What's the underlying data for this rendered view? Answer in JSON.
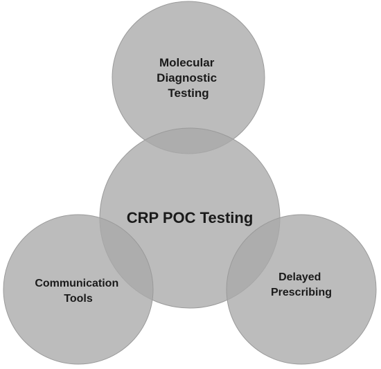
{
  "colors": {
    "circle_fill": "#a9a9a9",
    "circle_stroke": "#9a9a9a",
    "text": "#1a1a1a"
  },
  "circles": {
    "top": {
      "lines": [
        "Molecular",
        "Diagnostic",
        "Testing"
      ]
    },
    "center": {
      "lines": [
        "CRP POC Testing"
      ]
    },
    "left": {
      "lines": [
        "Communication",
        "Tools"
      ]
    },
    "right": {
      "lines": [
        "Delayed",
        "Prescribing"
      ]
    }
  }
}
